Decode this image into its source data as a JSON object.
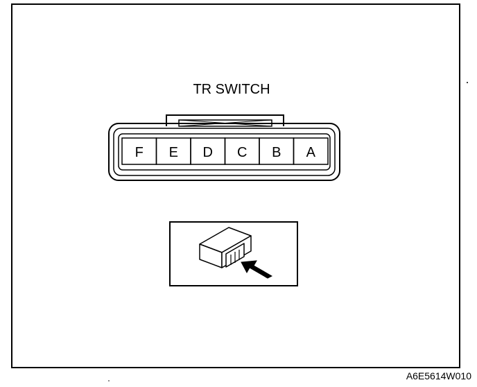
{
  "title": "TR SWITCH",
  "figure_code": "A6E5614W010",
  "connector": {
    "pins": [
      "F",
      "E",
      "D",
      "C",
      "B",
      "A"
    ]
  },
  "inset": {
    "icons": [
      "connector-block-icon",
      "arrow-icon"
    ]
  },
  "colors": {
    "line": "#000000",
    "background": "#ffffff"
  }
}
